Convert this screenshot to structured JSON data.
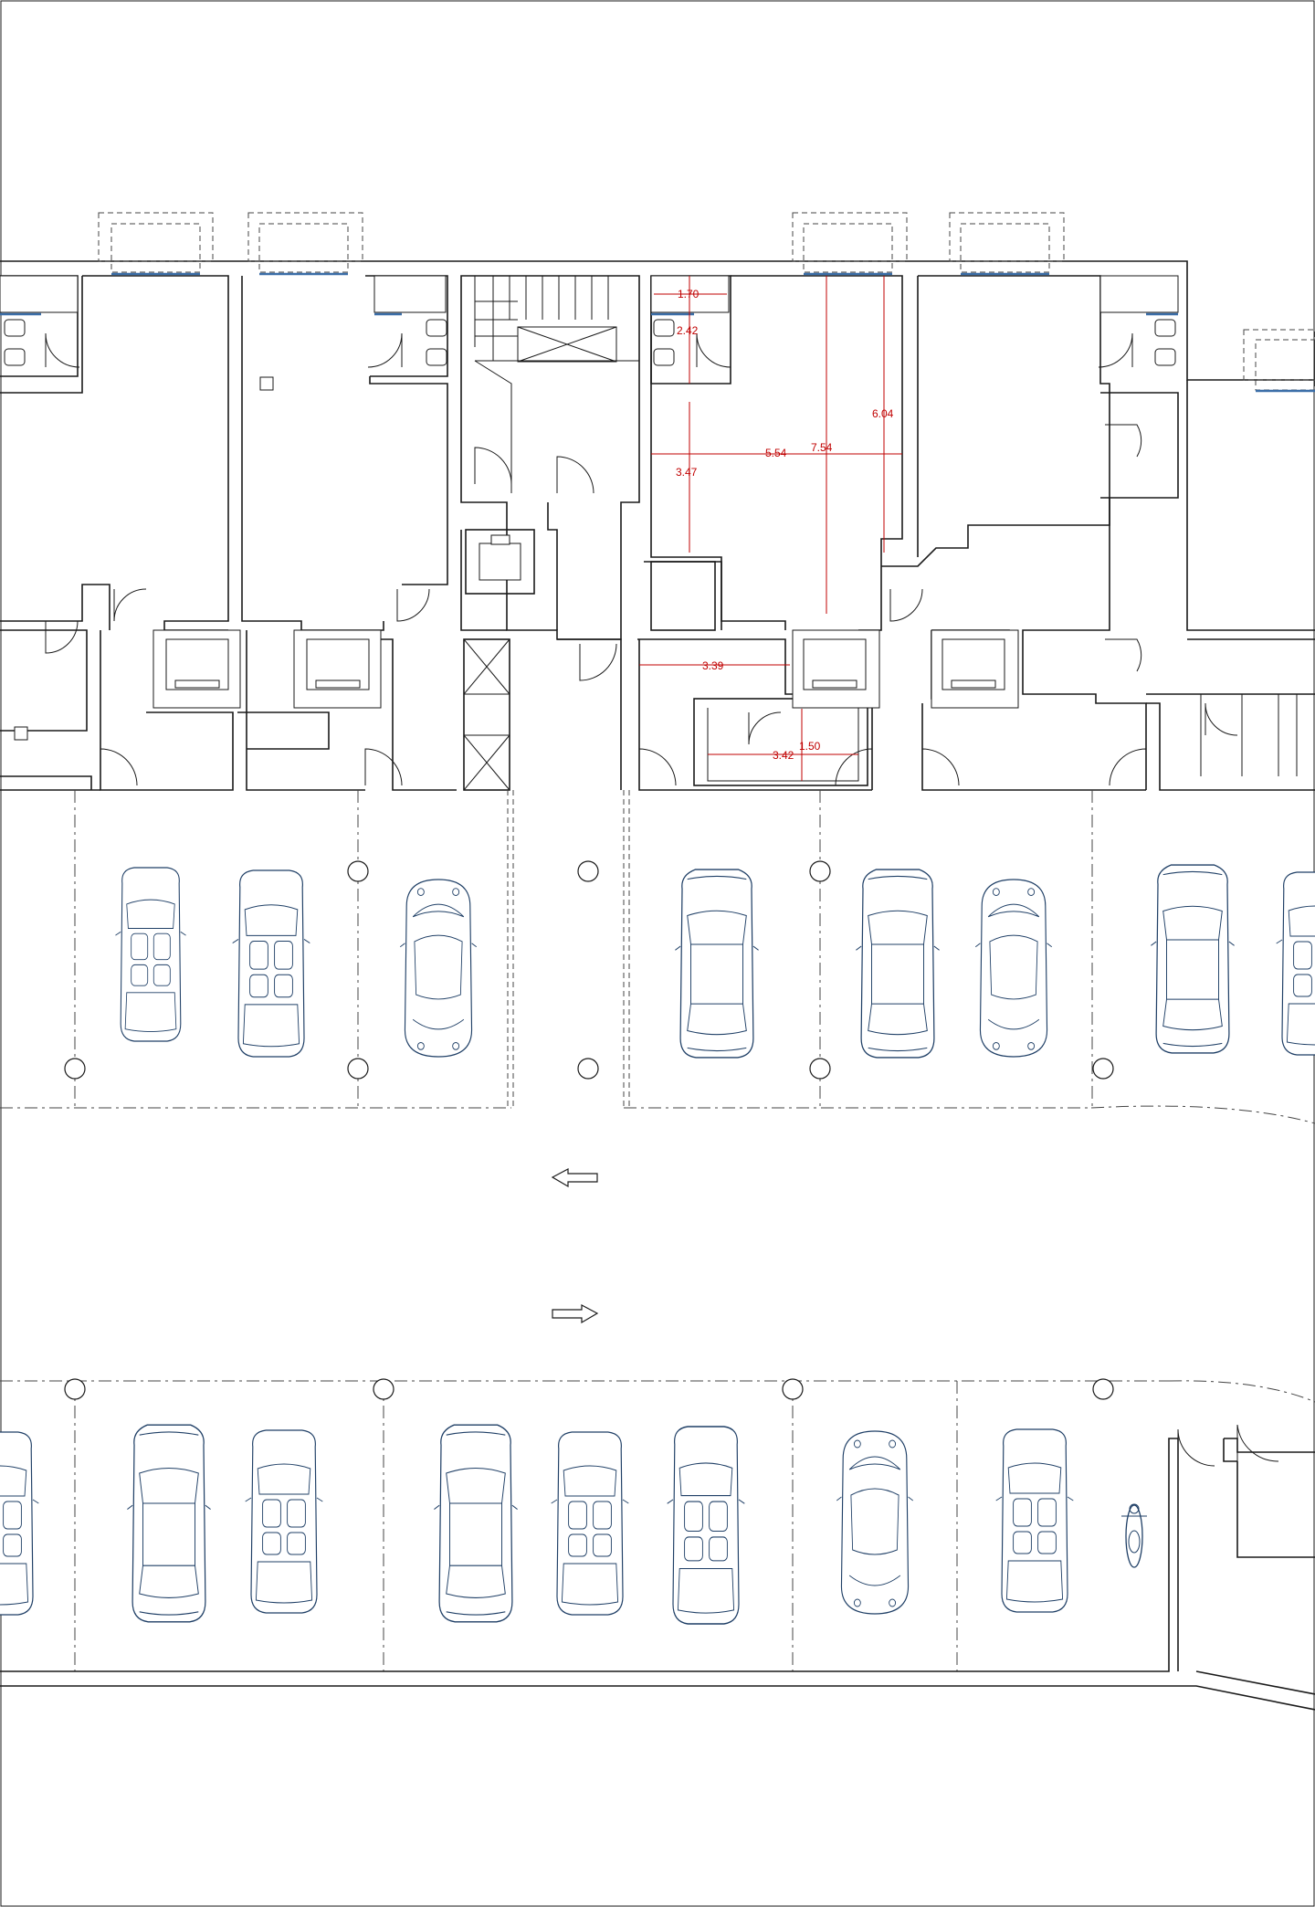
{
  "colors": {
    "walls": "#1a1a1a",
    "dimensions": "#c00000",
    "vehicles": "#1f3f66",
    "glazing": "#3b6ea8"
  },
  "dimensions": [
    {
      "id": "dim-1",
      "label": "1.70"
    },
    {
      "id": "dim-2",
      "label": "2.42"
    },
    {
      "id": "dim-3",
      "label": "6.04"
    },
    {
      "id": "dim-4",
      "label": "5.54"
    },
    {
      "id": "dim-5",
      "label": "7.54"
    },
    {
      "id": "dim-6",
      "label": "3.47"
    },
    {
      "id": "dim-7",
      "label": "3.39"
    },
    {
      "id": "dim-8",
      "label": "1.50"
    },
    {
      "id": "dim-9",
      "label": "3.42"
    }
  ],
  "traffic_arrows": [
    {
      "id": "arrow-left",
      "direction": "left"
    },
    {
      "id": "arrow-right",
      "direction": "right"
    }
  ],
  "vehicles_top_row": [
    "convertible",
    "convertible",
    "beetle",
    "sedan",
    "sedan",
    "beetle",
    "sedan",
    "convertible"
  ],
  "vehicles_bottom_row": [
    "convertible",
    "sedan",
    "convertible",
    "sedan",
    "convertible",
    "convertible",
    "beetle",
    "convertible",
    "motorcycle"
  ]
}
